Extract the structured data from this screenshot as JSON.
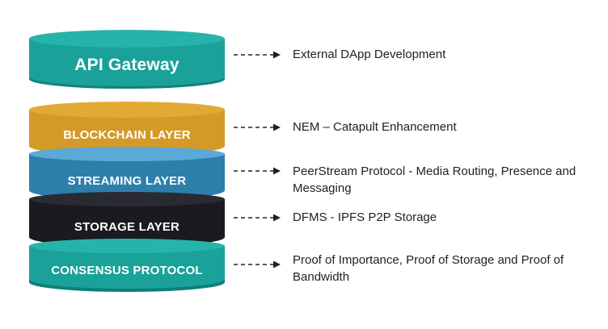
{
  "layers": [
    {
      "label": "API Gateway",
      "description": "External DApp Development",
      "color": "#1aa19a",
      "top_color": "#26b3ab",
      "dark_color": "#11837d"
    },
    {
      "label": "BLOCKCHAIN LAYER",
      "description": "NEM – Catapult Enhancement",
      "color": "#d49a27",
      "top_color": "#e2aa35",
      "dark_color": "#b3801c"
    },
    {
      "label": "STREAMING LAYER",
      "description": "PeerStream Protocol - Media Routing, Presence and  Messaging",
      "color": "#2d7eab",
      "top_color": "#5aa9d6",
      "dark_color": "#21648a"
    },
    {
      "label": "STORAGE LAYER",
      "description": "DFMS - IPFS P2P Storage",
      "color": "#1a1a20",
      "top_color": "#2a2a32",
      "dark_color": "#0d0d10"
    },
    {
      "label": "CONSENSUS PROTOCOL",
      "description": "Proof of Importance, Proof of Storage and Proof of Bandwidth",
      "color": "#1aa19a",
      "top_color": "#26b3ab",
      "dark_color": "#0e7f79"
    }
  ]
}
